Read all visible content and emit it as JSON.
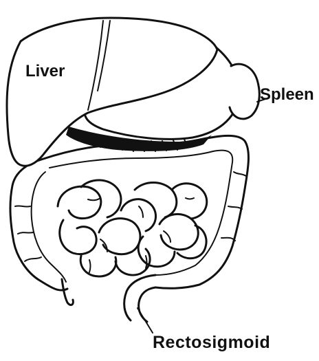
{
  "labels": {
    "liver": "Liver",
    "spleen": "Spleen",
    "rectosigmoid": "Rectosigmoid"
  },
  "colors": {
    "ink": "#111111",
    "background": "#ffffff"
  }
}
